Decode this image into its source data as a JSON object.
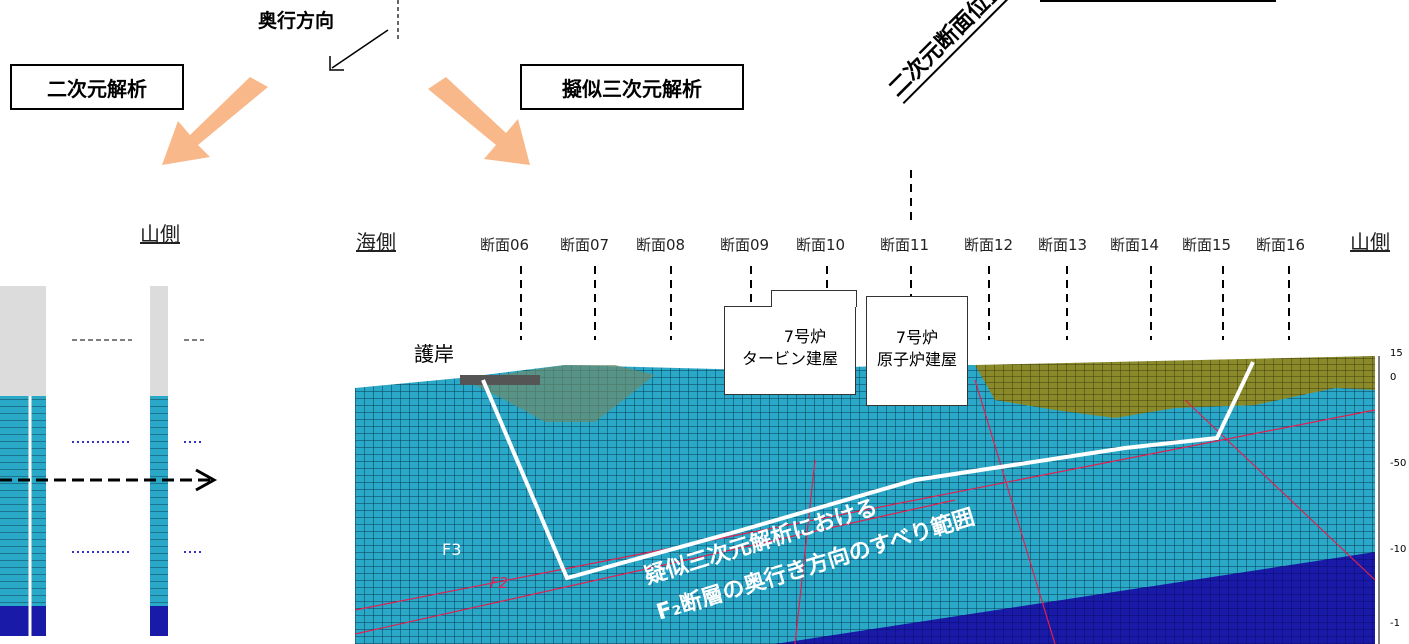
{
  "direction_label": "奥行方向",
  "left_box": "二次元解析",
  "right_box": "擬似三次元解析",
  "section_position_label": "二次元断面位置",
  "sea_side": "海側",
  "mountain_side": "山側",
  "mountain_side_left": "山側",
  "seawall": "護岸",
  "sections": [
    "断面06",
    "断面07",
    "断面08",
    "断面09",
    "断面10",
    "断面11",
    "断面12",
    "断面13",
    "断面14",
    "断面15",
    "断面16"
  ],
  "building_turbine": {
    "line1": "7号炉",
    "line2": "タービン建屋"
  },
  "building_reactor": {
    "line1": "7号炉",
    "line2": "原子炉建屋"
  },
  "fault_f3": "F3",
  "fault_f2": "F2",
  "annotation_line1": "疑似三次元解析における",
  "annotation_line2": "F₂断層の奥行き方向のすべり範囲",
  "axis_ticks": [
    "15",
    "0",
    "-50",
    "-10",
    "-1"
  ],
  "colors": {
    "arrow": "#f9b88a",
    "mesh_blue": "#2aa8c8",
    "deep_blue": "#1a1aa8",
    "surface_olive": "#8a8a2a",
    "fault_red": "#e02050"
  }
}
